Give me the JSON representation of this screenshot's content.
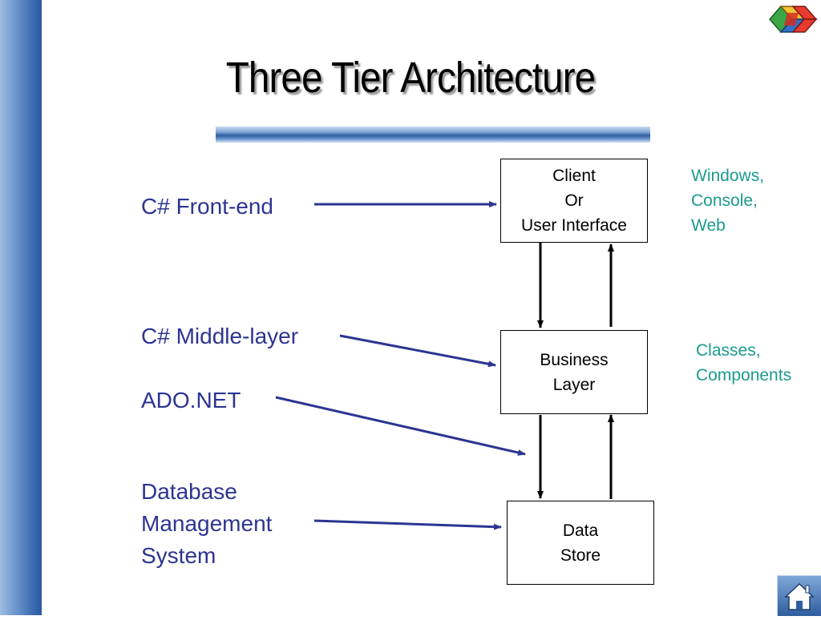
{
  "title": "Three Tier Architecture",
  "left_labels": {
    "frontend": "C# Front-end",
    "middle": "C# Middle-layer",
    "adonet": "ADO.NET",
    "dbms": [
      "Database",
      "Management",
      "System"
    ]
  },
  "boxes": {
    "client": [
      "Client",
      "Or",
      "User Interface"
    ],
    "business": [
      "Business",
      "Layer"
    ],
    "data": [
      "Data",
      "Store"
    ]
  },
  "notes": {
    "client": [
      "Windows,",
      "Console,",
      "Web"
    ],
    "business": [
      "Classes,",
      "Components"
    ]
  },
  "colors": {
    "label_blue": "#2c3592",
    "note_teal": "#1a9b8c",
    "bar_blue": "#3f6fb3"
  },
  "icons": {
    "logo": "microsoft-style-logo-icon",
    "home": "home-icon"
  }
}
